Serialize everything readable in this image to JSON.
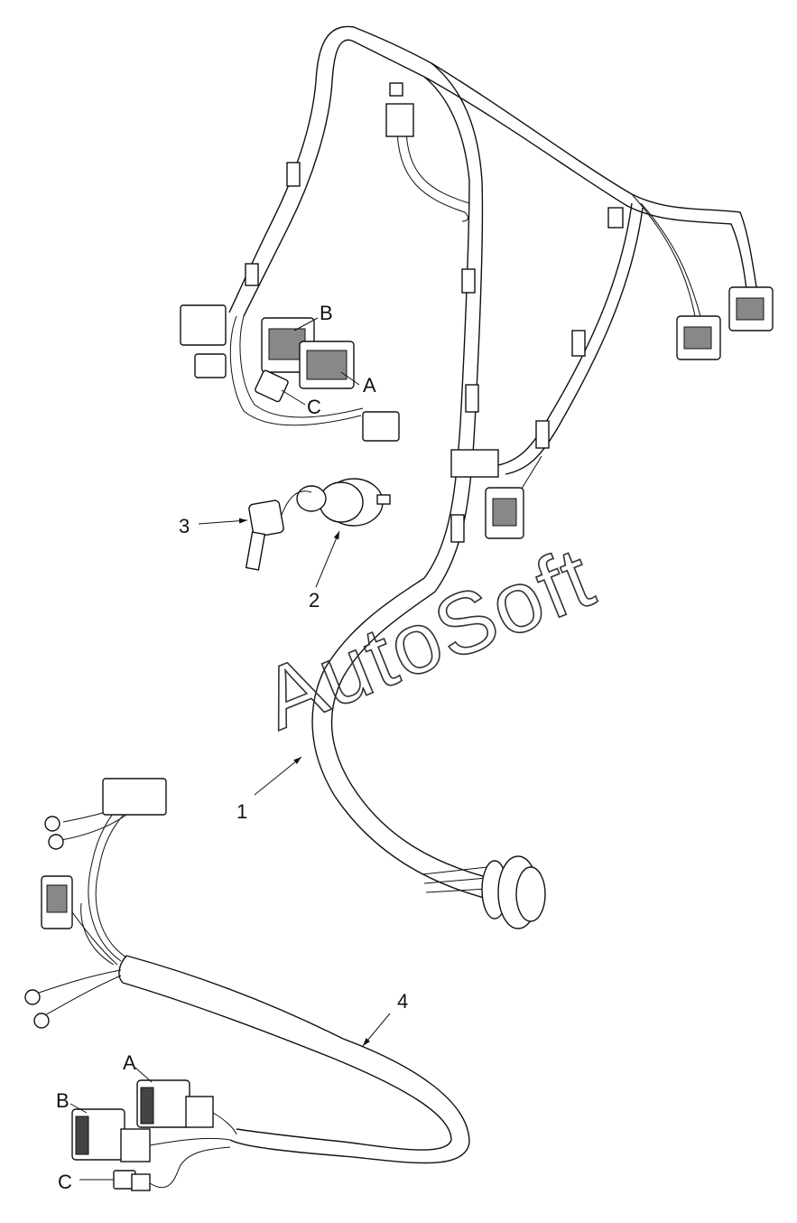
{
  "labels": {
    "part1": "1",
    "part2": "2",
    "part3": "3",
    "part4": "4",
    "top_a": "A",
    "top_b": "B",
    "top_c": "C",
    "bottom_a": "A",
    "bottom_b": "B",
    "bottom_c": "C"
  },
  "watermark": "AutoSoft"
}
